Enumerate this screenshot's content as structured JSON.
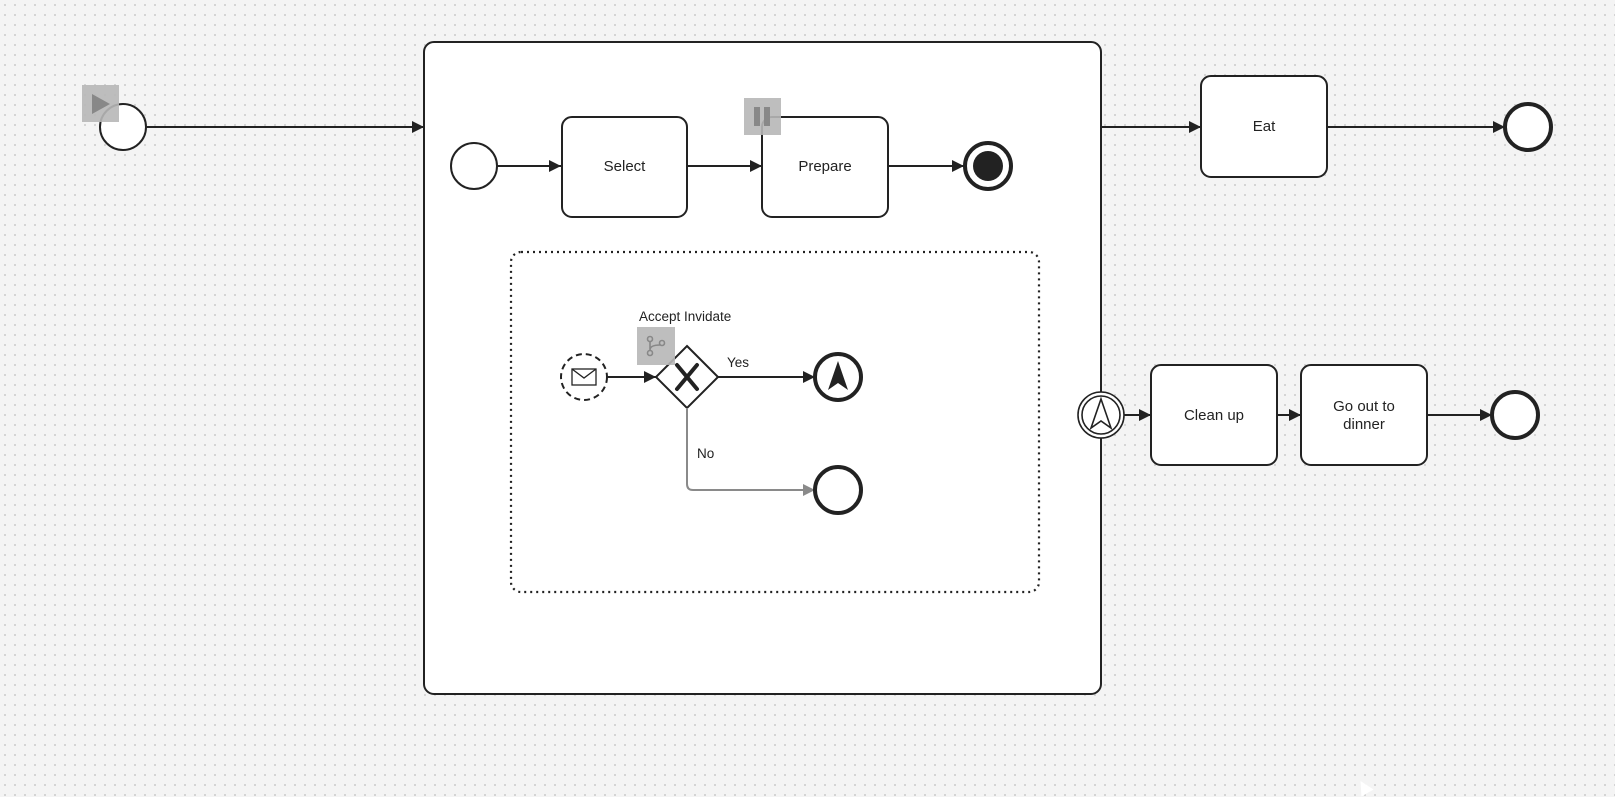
{
  "diagram": {
    "tasks": {
      "select": "Select",
      "prepare": "Prepare",
      "eat": "Eat",
      "clean_up": "Clean up",
      "go_out_line1": "Go out to",
      "go_out_line2": "dinner"
    },
    "labels": {
      "gateway_name": "Accept Invidate",
      "yes": "Yes",
      "no": "No"
    },
    "icons": {
      "start_token": "play-icon",
      "pause_token": "pause-icon",
      "branch_token": "branch-icon",
      "message_event": "envelope-icon",
      "escalation_event": "escalation-icon",
      "gateway": "exclusive-gateway-x"
    }
  }
}
